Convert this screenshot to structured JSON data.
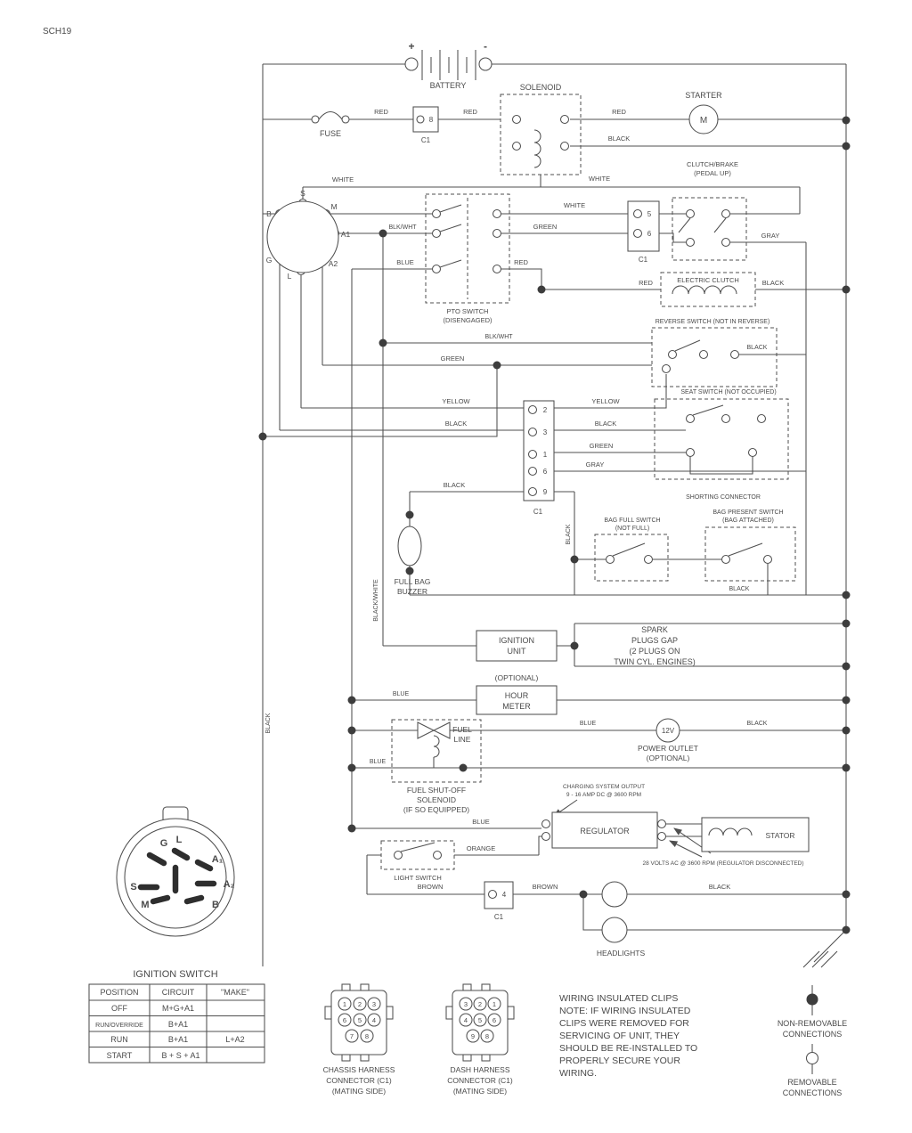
{
  "meta": {
    "code": "SCH19"
  },
  "wires": {
    "red": "RED",
    "black": "BLACK",
    "white": "WHITE",
    "green": "GREEN",
    "blue": "BLUE",
    "yellow": "YELLOW",
    "gray": "GRAY",
    "brown": "BROWN",
    "orange": "ORANGE",
    "blkwht": "BLK/WHT",
    "blackwhite": "BLACK/WHITE"
  },
  "battery": {
    "label": "BATTERY",
    "plus": "+",
    "minus": "-"
  },
  "fuse": {
    "label": "FUSE"
  },
  "connector": {
    "c1": "C1",
    "pin8": "8",
    "pin5": "5",
    "pin6": "6",
    "pin4": "4",
    "strip": [
      "2",
      "3",
      "1",
      "6",
      "9"
    ]
  },
  "solenoid": {
    "label": "SOLENOID"
  },
  "starter": {
    "label": "STARTER",
    "m": "M"
  },
  "clutch_brake": {
    "line1": "CLUTCH/BRAKE",
    "line2": "(PEDAL UP)"
  },
  "ignition_switch_small": {
    "b": "B",
    "s": "S",
    "m": "M",
    "a1": "A1",
    "g": "G",
    "l": "L",
    "a2": "A2"
  },
  "pto": {
    "line1": "PTO SWITCH",
    "line2": "(DISENGAGED)"
  },
  "electric_clutch": {
    "label": "ELECTRIC CLUTCH"
  },
  "reverse_switch": {
    "label": "REVERSE SWITCH (NOT IN REVERSE)"
  },
  "seat_switch": {
    "label": "SEAT SWITCH (NOT OCCUPIED)"
  },
  "shorting_connector": {
    "label": "SHORTING CONNECTOR"
  },
  "bag_full": {
    "line1": "BAG FULL SWITCH",
    "line2": "(NOT FULL)"
  },
  "bag_present": {
    "line1": "BAG PRESENT SWITCH",
    "line2": "(BAG ATTACHED)"
  },
  "buzzer": {
    "line1": "FULL BAG",
    "line2": "BUZZER"
  },
  "ignition_unit": {
    "line1": "IGNITION",
    "line2": "UNIT"
  },
  "spark": {
    "line1": "SPARK",
    "line2": "PLUGS GAP",
    "line3": "(2 PLUGS ON",
    "line4": "TWIN CYL. ENGINES)"
  },
  "hour_meter": {
    "optional": "(OPTIONAL)",
    "line1": "HOUR",
    "line2": "METER"
  },
  "fuel_valve": {
    "line1": "FUEL",
    "line2": "LINE",
    "cap1": "FUEL SHUT-OFF",
    "cap2": "SOLENOID",
    "cap3": "(IF SO EQUIPPED)"
  },
  "power_outlet": {
    "volts": "12V",
    "line1": "POWER OUTLET",
    "line2": "(OPTIONAL)"
  },
  "charging": {
    "line1": "CHARGING SYSTEM OUTPUT",
    "line2": "9 - 16 AMP DC @ 3600 RPM"
  },
  "regulator": {
    "label": "REGULATOR"
  },
  "stator": {
    "label": "STATOR",
    "note": "28 VOLTS AC @ 3600 RPM (REGULATOR DISCONNECTED)"
  },
  "light_switch": {
    "label": "LIGHT SWITCH"
  },
  "headlights": {
    "label": "HEADLIGHTS"
  },
  "ignition_detail": {
    "title": "IGNITION SWITCH",
    "g": "G",
    "l": "L",
    "a1": "A₁",
    "s": "S",
    "a2": "A₂",
    "m": "M",
    "b": "B"
  },
  "table": {
    "headers": [
      "POSITION",
      "CIRCUIT",
      "\"MAKE\""
    ],
    "rows": [
      [
        "OFF",
        "M+G+A1",
        ""
      ],
      [
        "RUN/OVERRIDE",
        "B+A1",
        ""
      ],
      [
        "RUN",
        "B+A1",
        "L+A2"
      ],
      [
        "START",
        "B + S + A1",
        ""
      ]
    ]
  },
  "chassis_conn": {
    "cap1": "CHASSIS HARNESS",
    "cap2": "CONNECTOR (C1)",
    "cap3": "(MATING SIDE)",
    "pins": [
      "1",
      "2",
      "3",
      "6",
      "5",
      "4",
      "7",
      "8"
    ]
  },
  "dash_conn": {
    "cap1": "DASH HARNESS",
    "cap2": "CONNECTOR (C1)",
    "cap3": "(MATING SIDE)",
    "pins": [
      "3",
      "2",
      "1",
      "4",
      "5",
      "6",
      "9",
      "8"
    ]
  },
  "note": {
    "lines": [
      "WIRING INSULATED CLIPS",
      "NOTE: IF WIRING INSULATED",
      "CLIPS WERE REMOVED FOR",
      "SERVICING OF UNIT, THEY",
      "SHOULD BE RE-INSTALLED TO",
      "PROPERLY SECURE YOUR",
      "WIRING."
    ]
  },
  "legend": {
    "nr1": "NON-REMOVABLE",
    "nr2": "CONNECTIONS",
    "r1": "REMOVABLE",
    "r2": "CONNECTIONS"
  }
}
